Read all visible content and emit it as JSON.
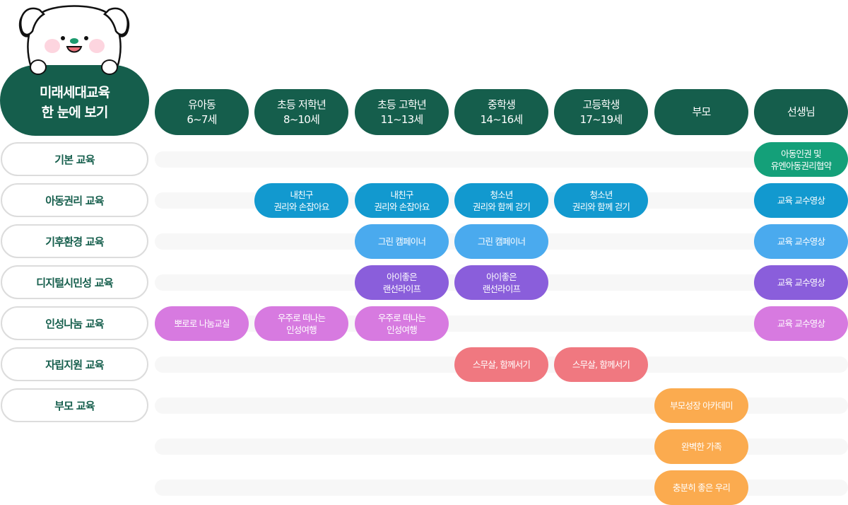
{
  "header": {
    "title_line1": "미래세대교육",
    "title_line2": "한 눈에 보기",
    "mascot": "puppy-mascot-icon"
  },
  "colors": {
    "header_green": "#155e4c",
    "label_text": "#155e4c",
    "label_border": "#dcdcdc",
    "track": "#f7f7f7",
    "basic": "#14a079",
    "rights": "#1299cf",
    "climate": "#4aaaee",
    "digital": "#8a5edb",
    "character": "#d77ae0",
    "independence": "#f07880",
    "parent": "#fbab4f"
  },
  "columns": [
    {
      "line1": "유아동",
      "line2": "6~7세"
    },
    {
      "line1": "초등 저학년",
      "line2": "8~10세"
    },
    {
      "line1": "초등 고학년",
      "line2": "11~13세"
    },
    {
      "line1": "중학생",
      "line2": "14~16세"
    },
    {
      "line1": "고등학생",
      "line2": "17~19세"
    },
    {
      "line1": "부모",
      "line2": ""
    },
    {
      "line1": "선생님",
      "line2": ""
    }
  ],
  "rows": [
    {
      "label": "기본 교육"
    },
    {
      "label": "아동권리 교육"
    },
    {
      "label": "기후환경 교육"
    },
    {
      "label": "디지털시민성 교육"
    },
    {
      "label": "인성나눔 교육"
    },
    {
      "label": "자립지원 교육"
    },
    {
      "label": "부모 교육"
    }
  ],
  "cells": [
    {
      "row": 0,
      "col": 6,
      "color": "basic",
      "line1": "아동인권 및",
      "line2": "유엔아동권리협약"
    },
    {
      "row": 1,
      "col": 1,
      "color": "rights",
      "line1": "내친구",
      "line2": "권리와 손잡아요"
    },
    {
      "row": 1,
      "col": 2,
      "color": "rights",
      "line1": "내친구",
      "line2": "권리와 손잡아요"
    },
    {
      "row": 1,
      "col": 3,
      "color": "rights",
      "line1": "청소년",
      "line2": "권리와 함께 걷기"
    },
    {
      "row": 1,
      "col": 4,
      "color": "rights",
      "line1": "청소년",
      "line2": "권리와 함께 걷기"
    },
    {
      "row": 1,
      "col": 6,
      "color": "rights",
      "line1": "교육 교수영상",
      "line2": ""
    },
    {
      "row": 2,
      "col": 2,
      "color": "climate",
      "line1": "그린 캠페이너",
      "line2": ""
    },
    {
      "row": 2,
      "col": 3,
      "color": "climate",
      "line1": "그린 캠페이너",
      "line2": ""
    },
    {
      "row": 2,
      "col": 6,
      "color": "climate",
      "line1": "교육 교수영상",
      "line2": ""
    },
    {
      "row": 3,
      "col": 2,
      "color": "digital",
      "line1": "아이좋은",
      "line2": "랜선라이프"
    },
    {
      "row": 3,
      "col": 3,
      "color": "digital",
      "line1": "아이좋은",
      "line2": "랜선라이프"
    },
    {
      "row": 3,
      "col": 6,
      "color": "digital",
      "line1": "교육 교수영상",
      "line2": ""
    },
    {
      "row": 4,
      "col": 0,
      "color": "character",
      "line1": "뽀로로 나눔교실",
      "line2": ""
    },
    {
      "row": 4,
      "col": 1,
      "color": "character",
      "line1": "우주로 떠나는",
      "line2": "인성여행"
    },
    {
      "row": 4,
      "col": 2,
      "color": "character",
      "line1": "우주로 떠나는",
      "line2": "인성여행"
    },
    {
      "row": 4,
      "col": 6,
      "color": "character",
      "line1": "교육 교수영상",
      "line2": ""
    },
    {
      "row": 5,
      "col": 3,
      "color": "independence",
      "line1": "스무살, 함께서기",
      "line2": ""
    },
    {
      "row": 5,
      "col": 4,
      "color": "independence",
      "line1": "스무살, 함께서기",
      "line2": ""
    },
    {
      "row": 6,
      "col": 5,
      "color": "parent",
      "line1": "부모성장 아카데미",
      "line2": ""
    },
    {
      "row": 7,
      "col": 5,
      "color": "parent",
      "line1": "완벽한 가족",
      "line2": ""
    },
    {
      "row": 8,
      "col": 5,
      "color": "parent",
      "line1": "충분히 좋은 우리",
      "line2": ""
    }
  ],
  "track_rows": 9
}
